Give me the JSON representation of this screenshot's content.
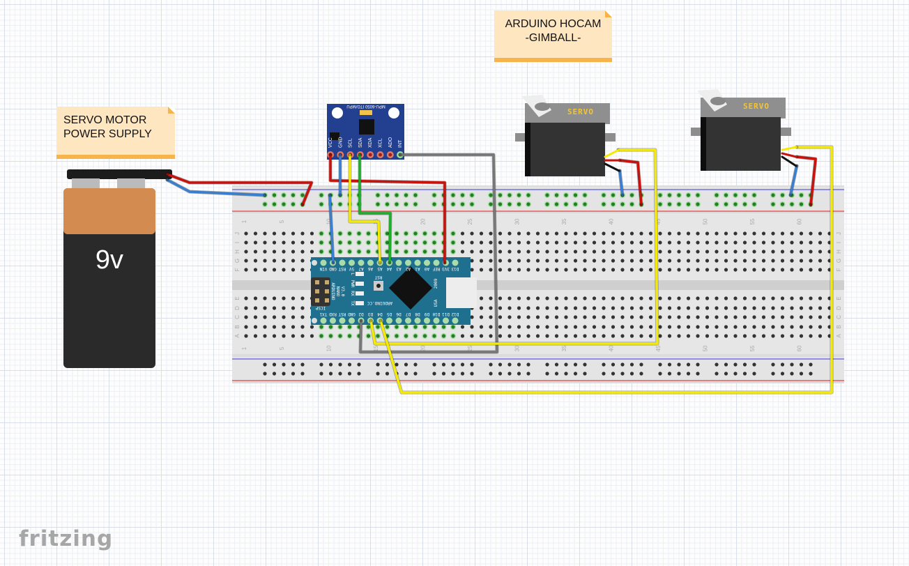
{
  "notes": [
    {
      "lines": [
        "ARDUINO HOCAM",
        "-GIMBALL-"
      ]
    },
    {
      "lines": [
        "SERVO MOTOR",
        "POWER SUPPLY"
      ]
    }
  ],
  "battery": {
    "label": "9v"
  },
  "mpu": {
    "title": "MPU-6050 ITG/MPU",
    "pins": [
      "VCC",
      "GND",
      "SCL",
      "SDA",
      "XDA",
      "XCL",
      "ADO",
      "INT"
    ]
  },
  "arduino": {
    "name_lines": [
      "ARDUINO",
      "NANO",
      "V3.0"
    ],
    "brand": "ARDUINO.CC",
    "year": "2009",
    "country": "USA",
    "icsp": "ICSP",
    "rst": "RST",
    "leds": [
      "L",
      "PWR",
      "RX",
      "TX"
    ],
    "top_pins": [
      "VIN",
      "GND",
      "RST",
      "5V",
      "A7",
      "A6",
      "A5",
      "A4",
      "A3",
      "A2",
      "A1",
      "A0",
      "REF",
      "3V3",
      "D13"
    ],
    "bottom_pins": [
      "TX1",
      "RXD",
      "RST",
      "GND",
      "D2",
      "D3",
      "D4",
      "D5",
      "D6",
      "D7",
      "D8",
      "D9",
      "D10",
      "D11",
      "D12"
    ]
  },
  "servos": [
    {
      "label": "SERVO"
    },
    {
      "label": "SERVO"
    }
  ],
  "breadboard": {
    "column_numbers": [
      "1",
      "5",
      "10",
      "15",
      "20",
      "25",
      "30",
      "35",
      "40",
      "45",
      "50",
      "55",
      "60"
    ],
    "rows_top": [
      "J",
      "I",
      "H",
      "G",
      "F"
    ],
    "rows_bottom": [
      "E",
      "D",
      "C",
      "B",
      "A"
    ]
  },
  "wire_colors": {
    "red": "#c8120d",
    "blue": "#3a7fcf",
    "yellow": "#f4ea0a",
    "green": "#1fae2c",
    "gray": "#777777",
    "black": "#111111"
  },
  "logo": "fritzing"
}
